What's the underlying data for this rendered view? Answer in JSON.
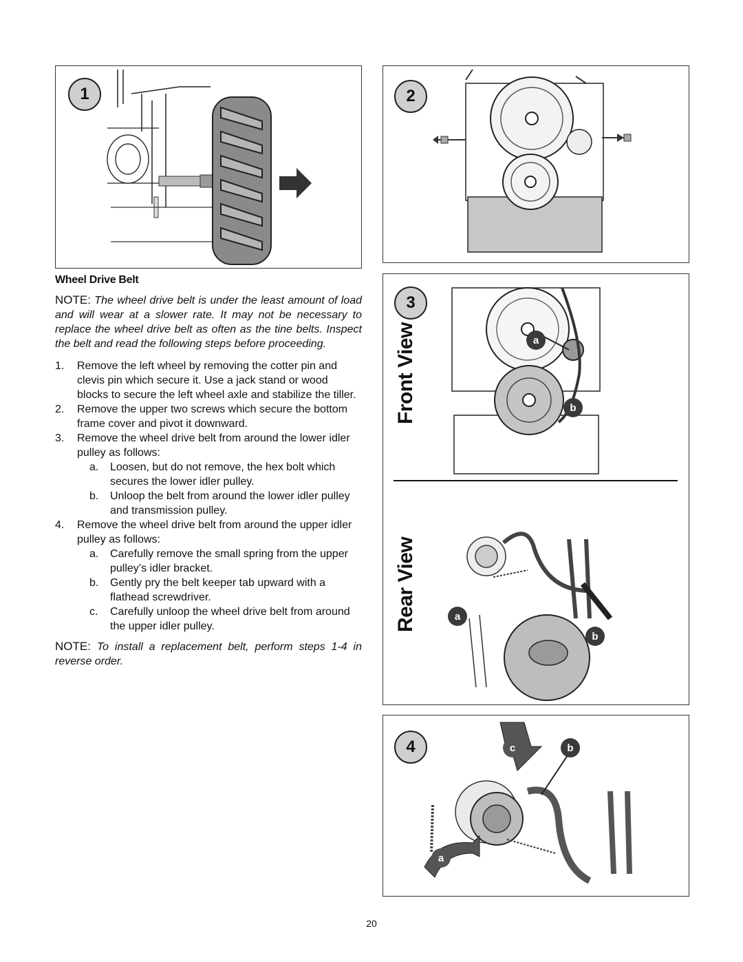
{
  "figures": {
    "fig1": {
      "number": "1"
    },
    "fig2": {
      "number": "2"
    },
    "fig3": {
      "number": "3",
      "front_view_label": "Front View",
      "rear_view_label": "Rear View",
      "front_callouts": [
        "a",
        "b"
      ],
      "rear_callouts": [
        "a",
        "b"
      ]
    },
    "fig4": {
      "number": "4",
      "callouts": [
        "c",
        "b",
        "a"
      ]
    }
  },
  "section": {
    "heading": "Wheel Drive Belt",
    "note1_label": "NOTE:",
    "note1_body": "The wheel drive belt is under the least amount of load and will wear at a slower rate. It may not be necessary to replace the wheel drive belt as often as the tine belts. Inspect the belt and read the following steps before proceeding.",
    "steps": [
      {
        "num": "1.",
        "text": "Remove the left wheel by removing the cotter pin and clevis pin which secure it. Use a jack stand or wood blocks to secure the left wheel axle and stabilize the tiller.",
        "sub": []
      },
      {
        "num": "2.",
        "text": "Remove the upper two screws which secure the bottom frame cover and pivot it downward.",
        "sub": []
      },
      {
        "num": "3.",
        "text": "Remove the wheel drive belt from around the lower idler pulley as follows:",
        "sub": [
          {
            "num": "a.",
            "text": "Loosen, but do not remove, the hex bolt which secures the lower idler pulley."
          },
          {
            "num": "b.",
            "text": "Unloop the belt from around the lower idler pulley and transmission pulley."
          }
        ]
      },
      {
        "num": "4.",
        "text": "Remove the wheel drive belt from around the upper idler pulley as follows:",
        "sub": [
          {
            "num": "a.",
            "text": "Carefully remove the small spring from the upper pulley’s idler bracket."
          },
          {
            "num": "b.",
            "text": "Gently pry the belt keeper tab upward with a flathead screwdriver."
          },
          {
            "num": "c.",
            "text": "Carefully unloop the wheel drive belt from around the upper idler pulley."
          }
        ]
      }
    ],
    "note2_label": "NOTE:",
    "note2_body": "To install a replacement belt, perform steps 1-4 in reverse order."
  },
  "page_number": "20"
}
